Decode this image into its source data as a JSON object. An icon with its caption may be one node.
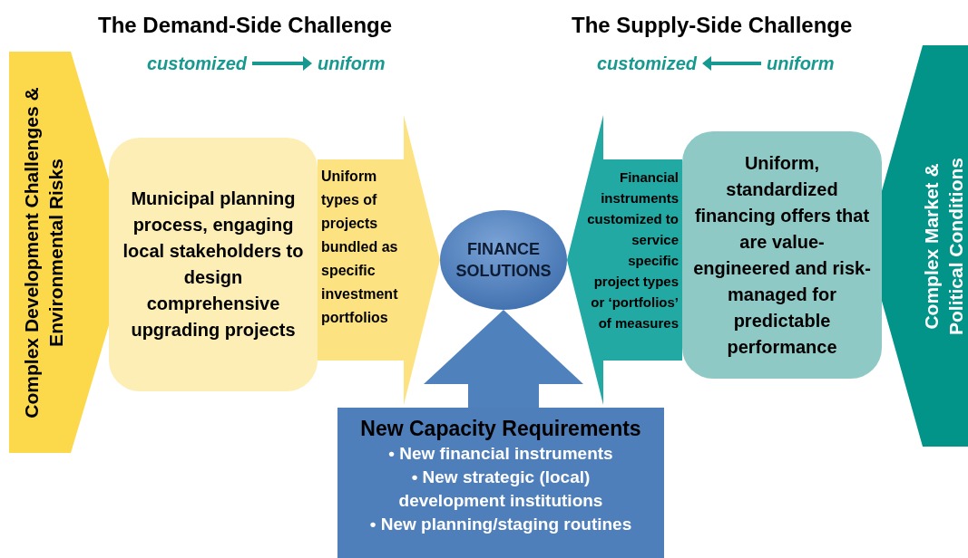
{
  "diagram": {
    "nodes": [
      {
        "text": [
          "Complex Development Challenges & Environmental Risks"
        ]
      },
      {
        "text": [
          "Municipal planning process, engaging local stakeholders to design comprehensive upgrading projects"
        ]
      },
      {
        "text": [
          "FINANCE SOLUTIONS"
        ]
      },
      {
        "text": [
          "Uniform, standardized financing offers that are value-engineered and risk-managed for predictable performance"
        ]
      },
      {
        "text": [
          "Complex Market & Political Conditions"
        ]
      },
      {
        "text": [
          "New Capacity Requirements",
          "• New financial instruments",
          "• New strategic (local) development institutions",
          "• New planning/staging routines"
        ]
      },
      {
        "text": [
          "customized"
        ]
      },
      {
        "text": [
          "uniform"
        ]
      },
      {
        "text": [
          "customized"
        ]
      },
      {
        "text": [
          "uniform"
        ]
      }
    ],
    "edges": [
      {
        "from": 6,
        "to": 7,
        "arrow": "to"
      },
      {
        "from": 9,
        "to": 8,
        "arrow": "to"
      },
      {
        "from": 1,
        "to": 2,
        "arrow": "to",
        "label": "Uniform types of projects bundled as specific investment portfolios",
        "style": "thick",
        "color": "#fde282"
      },
      {
        "from": 3,
        "to": 2,
        "arrow": "to",
        "label": "Financial instruments customized to service specific project types or ‘portfolios’ of measures",
        "style": "thick",
        "color": "#22a9a3"
      },
      {
        "from": 5,
        "to": 2,
        "arrow": "to",
        "style": "thick",
        "color": "#4f81bd"
      }
    ],
    "labels": [
      "The Demand-Side Challenge",
      "The Supply-Side Challenge"
    ]
  }
}
